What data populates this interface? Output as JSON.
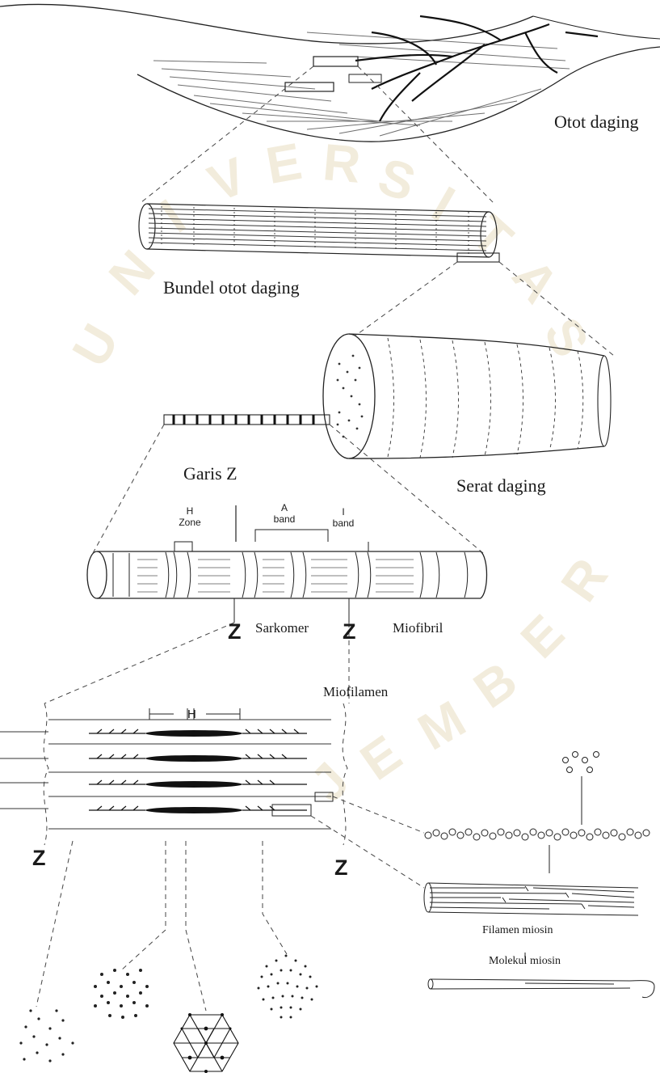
{
  "labels": {
    "otot_daging": "Otot daging",
    "bundel": "Bundel otot daging",
    "garis_z": "Garis Z",
    "serat_daging": "Serat daging",
    "h_zone_1": "H",
    "h_zone_2": "Zone",
    "a_band_1": "A",
    "a_band_2": "band",
    "i_band_1": "I",
    "i_band_2": "band",
    "z": "Z",
    "sarkomer": "Sarkomer",
    "miofibril": "Miofibril",
    "miofilamen": "Miofilamen",
    "h_marker": "H",
    "filamen_miosin": "Filamen miosin",
    "molekul_miosin": "Molekul miosin"
  },
  "watermark": {
    "letters": [
      "U",
      "N",
      "I",
      "V",
      "E",
      "R",
      "S",
      "I",
      "T",
      "A",
      "S"
    ],
    "letters2": [
      "J",
      "E",
      "M",
      "B",
      "E",
      "R"
    ],
    "color": "#e9ddc0"
  }
}
